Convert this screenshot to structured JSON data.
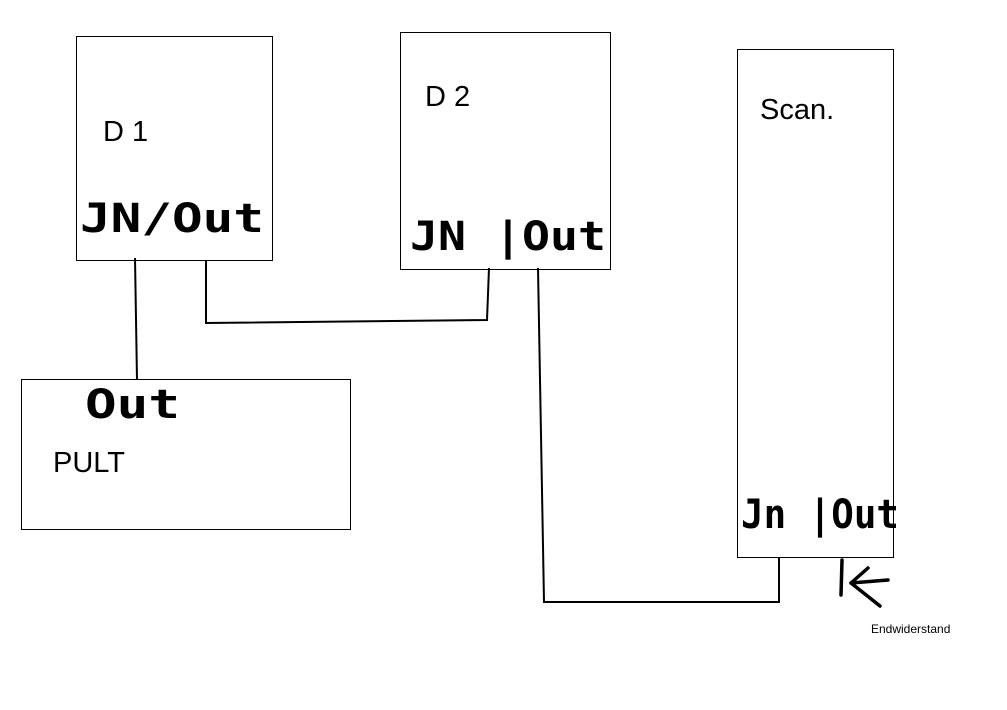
{
  "devices": {
    "d1": {
      "name": "D 1",
      "ports": "JN/Out"
    },
    "d2": {
      "name": "D 2",
      "ports": "JN |Out"
    },
    "scanner": {
      "name": "Scan.",
      "ports": "Jn |Out"
    },
    "pult": {
      "name": "PULT",
      "ports": "Out"
    }
  },
  "terminator": {
    "label": "Endwiderstand"
  }
}
